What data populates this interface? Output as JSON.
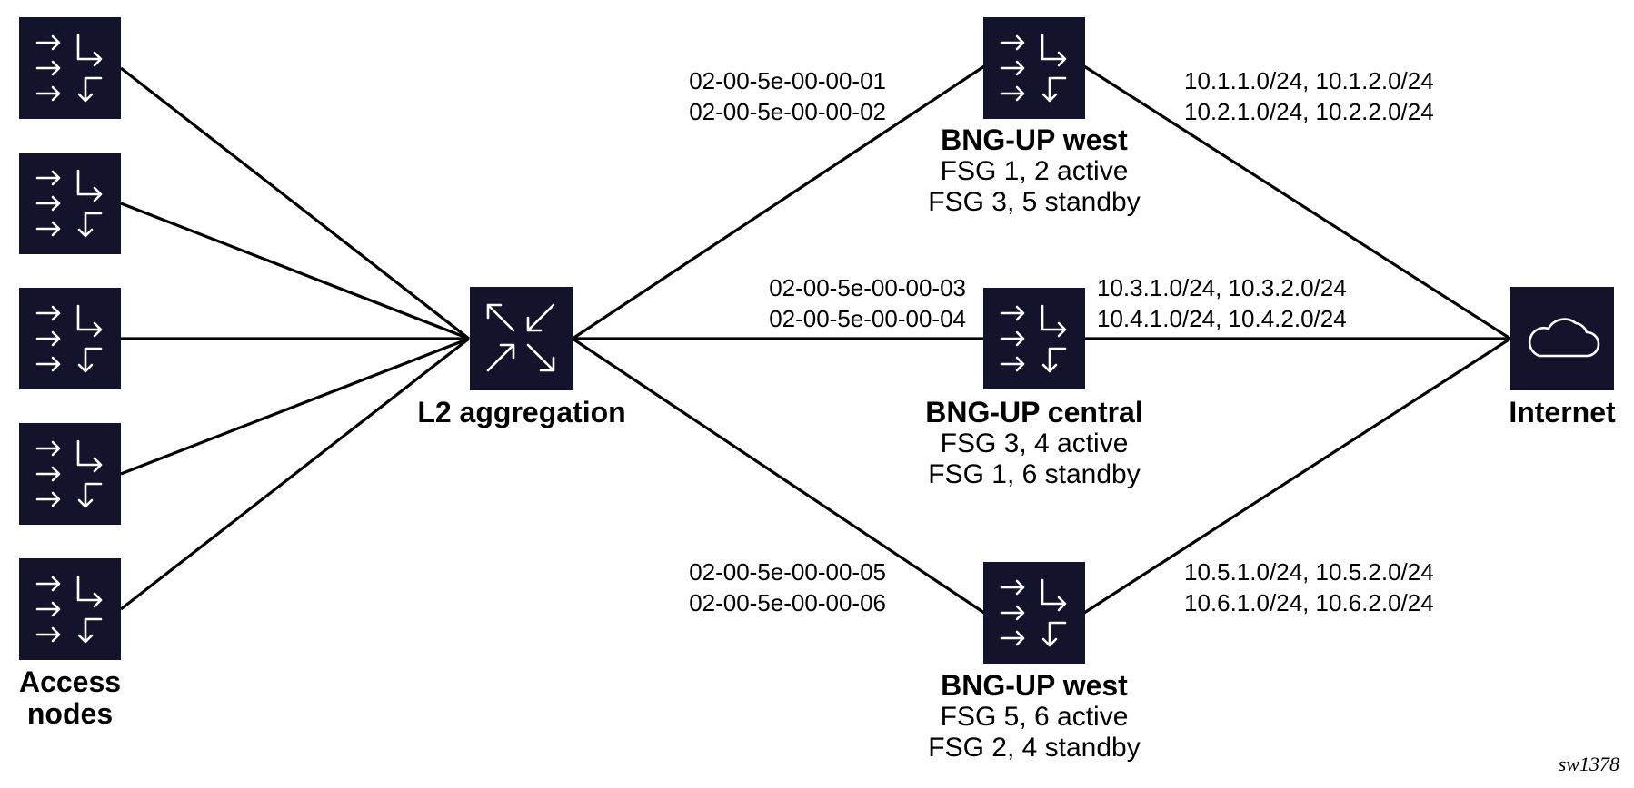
{
  "access": {
    "label_line1": "Access",
    "label_line2": "nodes"
  },
  "aggregation": {
    "label": "L2 aggregation"
  },
  "upWest1": {
    "name": "BNG-UP west",
    "line1": "FSG 1, 2 active",
    "line2": "FSG 3, 5 standby",
    "mac1": "02-00-5e-00-00-01",
    "mac2": "02-00-5e-00-00-02",
    "prefix1": "10.1.1.0/24, 10.1.2.0/24",
    "prefix2": "10.2.1.0/24, 10.2.2.0/24"
  },
  "upCentral": {
    "name": "BNG-UP central",
    "line1": "FSG 3, 4 active",
    "line2": "FSG 1, 6 standby",
    "mac1": "02-00-5e-00-00-03",
    "mac2": "02-00-5e-00-00-04",
    "prefix1": "10.3.1.0/24, 10.3.2.0/24",
    "prefix2": "10.4.1.0/24, 10.4.2.0/24"
  },
  "upWest2": {
    "name": "BNG-UP west",
    "line1": "FSG 5, 6 active",
    "line2": "FSG 2, 4 standby",
    "mac1": "02-00-5e-00-00-05",
    "mac2": "02-00-5e-00-00-06",
    "prefix1": "10.5.1.0/24, 10.5.2.0/24",
    "prefix2": "10.6.1.0/24, 10.6.2.0/24"
  },
  "internet": {
    "label": "Internet"
  },
  "figure_id": "sw1378",
  "icons": {
    "router": "router-icon",
    "switch": "switch-icon",
    "cloud": "cloud-icon"
  },
  "colors": {
    "node_fill": "#13132b",
    "line": "#000000"
  }
}
